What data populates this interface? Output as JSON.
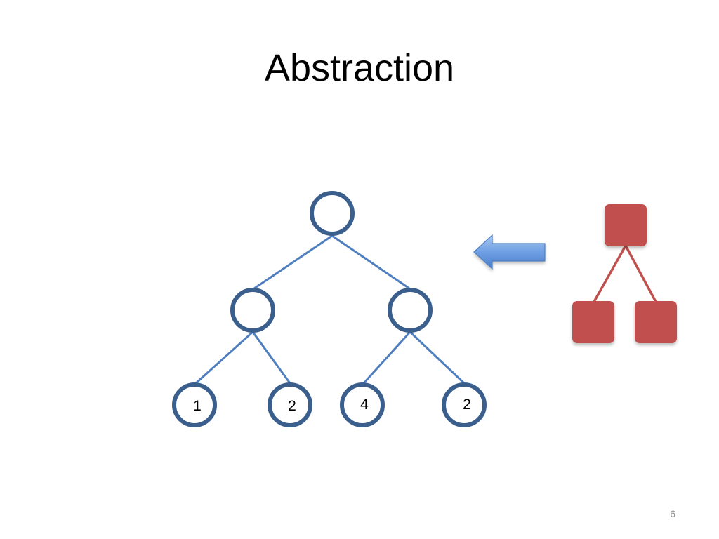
{
  "slide": {
    "title": "Abstraction",
    "page_number": "6"
  },
  "tree": {
    "leaf_labels": [
      "1",
      "2",
      "4",
      "2"
    ]
  },
  "colors": {
    "node_stroke": "#3b5f8c",
    "edge": "#4f7fbf",
    "arrow_fill": "#5b8fd9",
    "abstract_node": "#c0504d"
  }
}
